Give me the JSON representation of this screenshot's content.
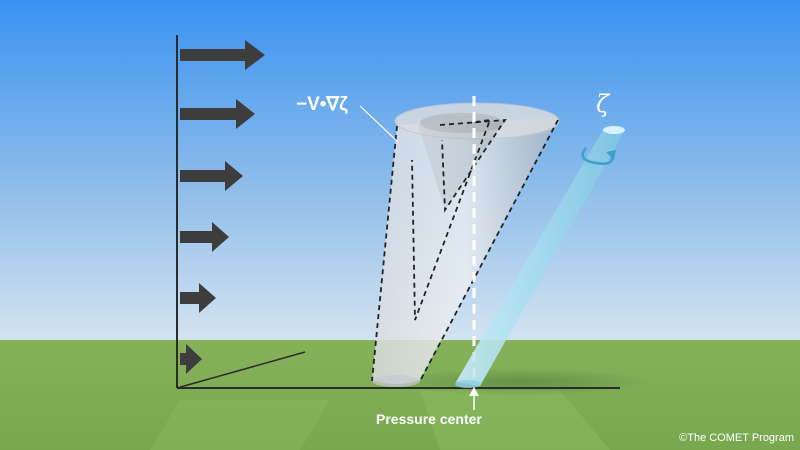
{
  "labels": {
    "advection": "−V•∇ζ",
    "vorticity": "ζ",
    "pressure_center": "Pressure center",
    "credit": "©The COMET Program"
  },
  "colors": {
    "sky_top": "#3a92f2",
    "sky_bottom": "#d2e3f1",
    "grass": "#7fae56",
    "arrow": "#3d3d3d",
    "vorticity_tube": "#a6dcef",
    "cone": "#c9cdd2"
  },
  "icons": {
    "wind_arrow": "right-arrow-icon",
    "rotation": "curved-arrow-icon"
  }
}
